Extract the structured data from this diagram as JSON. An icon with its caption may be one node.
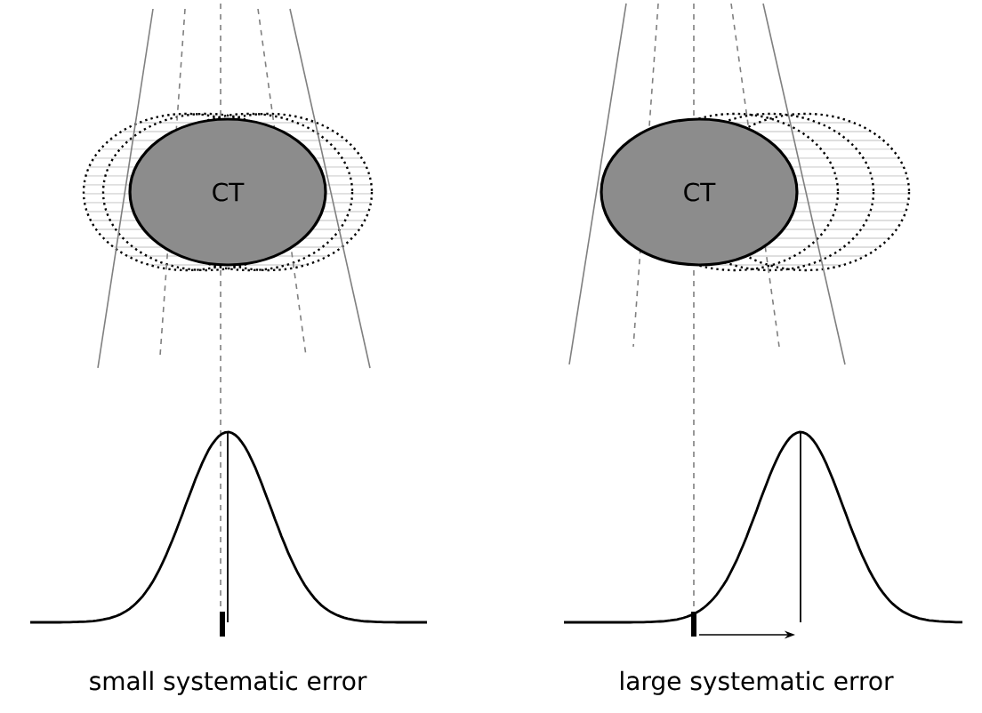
{
  "diagram": {
    "nodes": [
      {
        "text": [
          "CT"
        ]
      },
      {
        "text": [
          "CT"
        ]
      }
    ],
    "labels": [
      "small systematic error",
      "large systematic error"
    ]
  }
}
